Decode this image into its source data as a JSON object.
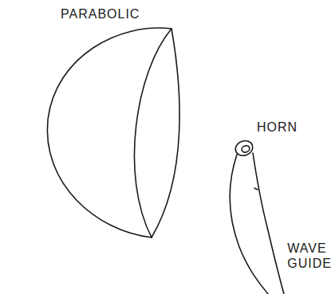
{
  "diagram": {
    "labels": [
      "PARABOLIC",
      "HORN",
      "WAVE GUIDE"
    ]
  }
}
